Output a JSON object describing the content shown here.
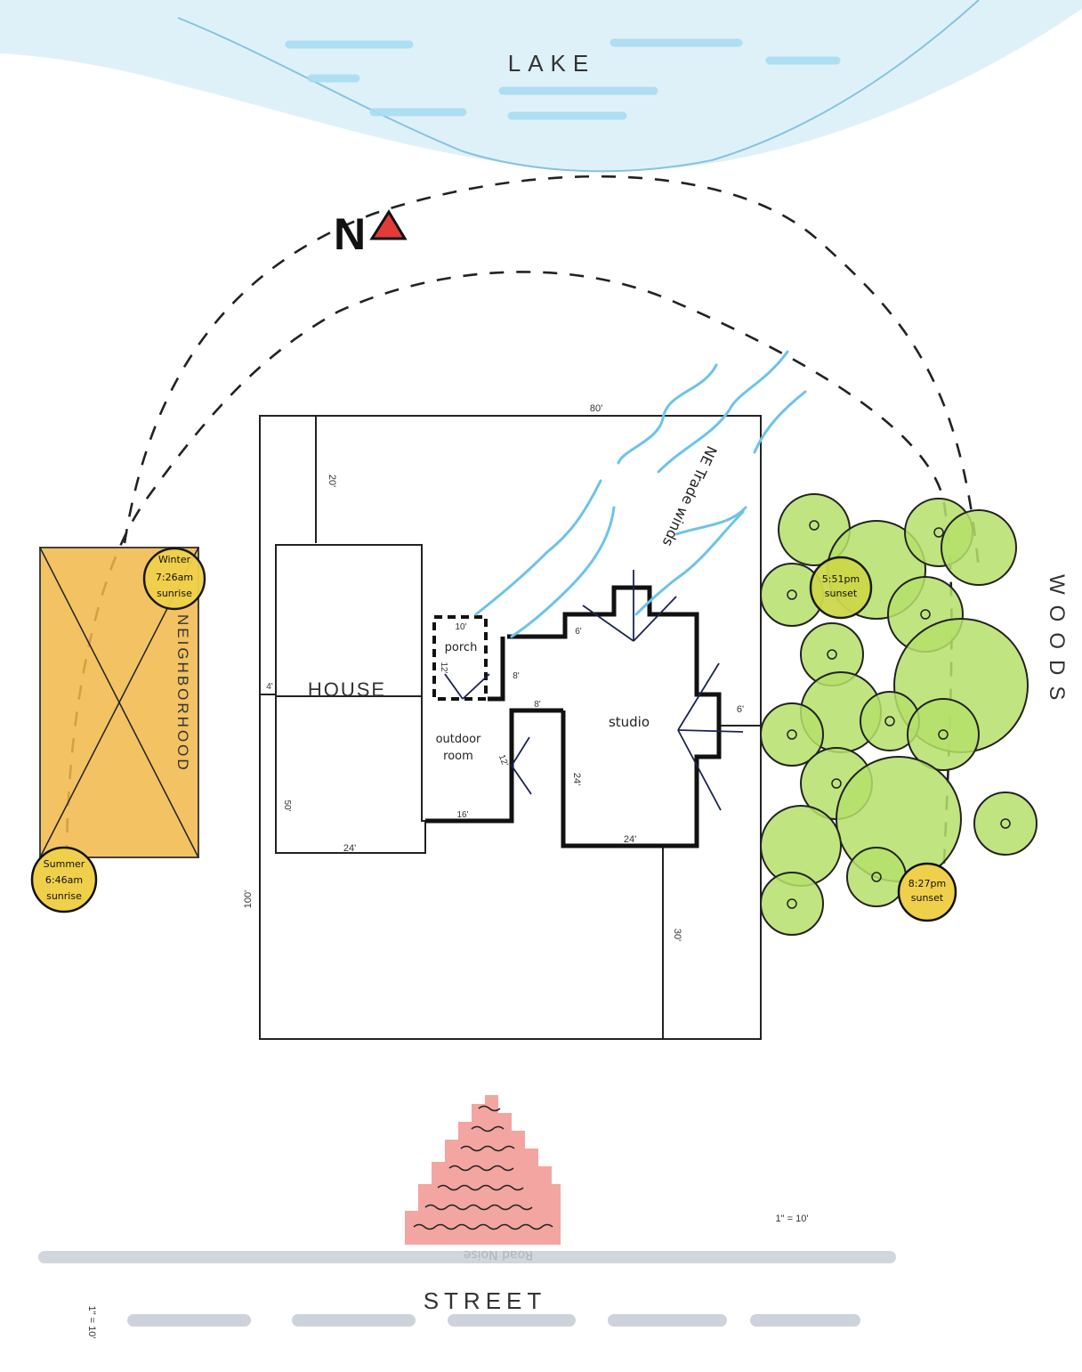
{
  "labels": {
    "lake": "LAKE",
    "woods": "WOODS",
    "street": "STREET",
    "neighborhood": "NEIGHBORHOOD",
    "north": "N",
    "house": "HOUSE",
    "porch": "porch",
    "outdoor_room_1": "outdoor",
    "outdoor_room_2": "room",
    "studio": "studio",
    "trade_winds": "NE Trade winds",
    "road_noise": "Road Noise",
    "scale_right": "1\" = 10'",
    "scale_left": "1\" = 10'"
  },
  "dimensions": {
    "lot_width": "80'",
    "lot_depth": "100'",
    "setback_top": "20'",
    "setback_left": "4'",
    "house_depth": "50'",
    "house_width": "24'",
    "outdoor_room_width": "16'",
    "porch_width": "10'",
    "porch_depth": "12'",
    "connector_small": "8'",
    "connector_top": "8'",
    "studio_step": "6'",
    "outdoor_room_inner": "12'",
    "studio_depth": "24'",
    "studio_width": "24'",
    "studio_bay": "6'",
    "setback_rear": "30'"
  },
  "sun": {
    "winter_sunrise": {
      "line1": "Winter",
      "line2": "7:26am",
      "line3": "sunrise"
    },
    "summer_sunrise": {
      "line1": "Summer",
      "line2": "6:46am",
      "line3": "sunrise"
    },
    "winter_sunset": {
      "line1": "5:51pm",
      "line2": "sunset"
    },
    "summer_sunset": {
      "line1": "8:27pm",
      "line2": "sunset"
    }
  },
  "colors": {
    "lake": "#b9dff0",
    "wind": "#6cc3e8",
    "trees": "#b5e06a",
    "sun": "#f0d04a",
    "neighborhood": "#f0b848",
    "noise": "#ef8f8a",
    "north_arrow": "#e53a3a",
    "street": "#c9ced6"
  }
}
